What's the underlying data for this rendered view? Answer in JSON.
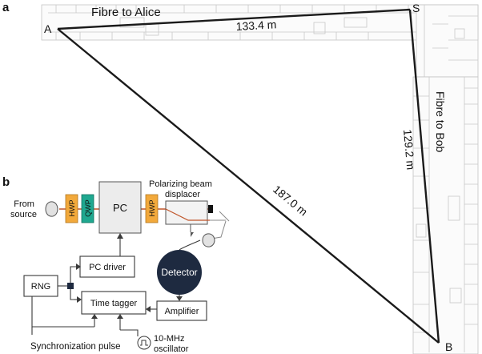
{
  "panels": {
    "a": {
      "label": "a",
      "nodes": {
        "A": "A",
        "S": "S",
        "B": "B"
      },
      "fibre_alice": "Fibre to Alice",
      "fibre_bob": "Fibre to Bob",
      "dist_AS": "133.4 m",
      "dist_SB": "129.2 m",
      "dist_AB": "187.0 m"
    },
    "b": {
      "label": "b",
      "from_source": "From\nsource",
      "hwp1": "HWP",
      "qwp": "QWP",
      "pc": "PC",
      "hwp2": "HWP",
      "pbd": "Polarizing beam\ndisplacer",
      "detector": "Detector",
      "pc_driver": "PC driver",
      "rng": "RNG",
      "time_tagger": "Time tagger",
      "amplifier": "Amplifier",
      "sync_pulse": "Synchronization pulse",
      "oscillator": "10-MHz\noscillator"
    }
  },
  "colors": {
    "hwp": "#f2a93b",
    "qwp": "#1fa890",
    "detector": "#1e2a40",
    "beam": "#c0552a",
    "floorplan": "#c9c9c9"
  }
}
